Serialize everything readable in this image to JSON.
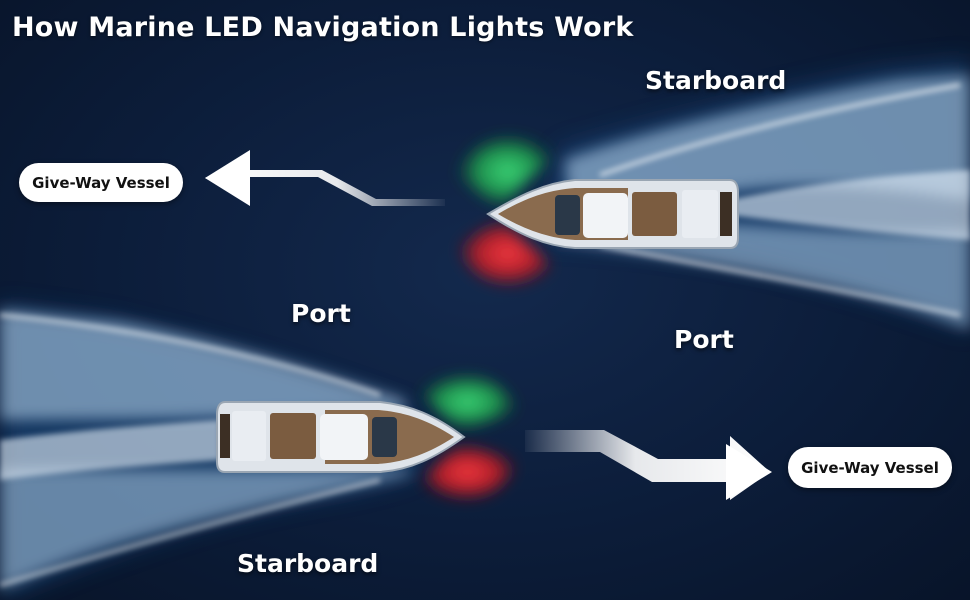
{
  "title": "How Marine LED Navigation Lights Work",
  "top_vessel": {
    "starboard_label": "Starboard",
    "port_label": "Port",
    "badge": "Give-Way Vessel"
  },
  "bottom_vessel": {
    "port_label": "Port",
    "starboard_label": "Starboard",
    "badge": "Give-Way Vessel"
  },
  "colors": {
    "water": "#0c1d3a",
    "starboard_light": "#22c25a",
    "port_light": "#e0262e",
    "badge_bg": "#ffffff",
    "text": "#ffffff"
  }
}
